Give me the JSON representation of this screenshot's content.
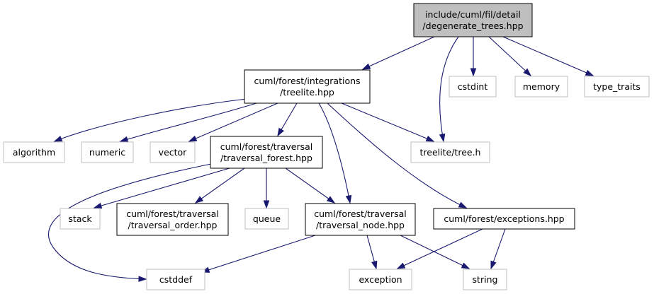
{
  "colors": {
    "edge": "#191970",
    "root_fill": "#bfbfbf",
    "node_border": "#000000",
    "system_border": "#bfbfbf",
    "background": "#ffffff"
  },
  "nodes": {
    "root": [
      "include/cuml/fil/detail",
      "/degenerate_trees.hpp"
    ],
    "integrations": [
      "cuml/forest/integrations",
      "/treelite.hpp"
    ],
    "cstdint": [
      "cstdint"
    ],
    "memory": [
      "memory"
    ],
    "type_traits": [
      "type_traits"
    ],
    "algorithm": [
      "algorithm"
    ],
    "numeric": [
      "numeric"
    ],
    "vector": [
      "vector"
    ],
    "traversal_forest": [
      "cuml/forest/traversal",
      "/traversal_forest.hpp"
    ],
    "treelite_tree": [
      "treelite/tree.h"
    ],
    "stack": [
      "stack"
    ],
    "traversal_order": [
      "cuml/forest/traversal",
      "/traversal_order.hpp"
    ],
    "queue": [
      "queue"
    ],
    "traversal_node": [
      "cuml/forest/traversal",
      "/traversal_node.hpp"
    ],
    "exceptions": [
      "cuml/forest/exceptions.hpp"
    ],
    "cstddef": [
      "cstddef"
    ],
    "exception": [
      "exception"
    ],
    "string": [
      "string"
    ]
  }
}
